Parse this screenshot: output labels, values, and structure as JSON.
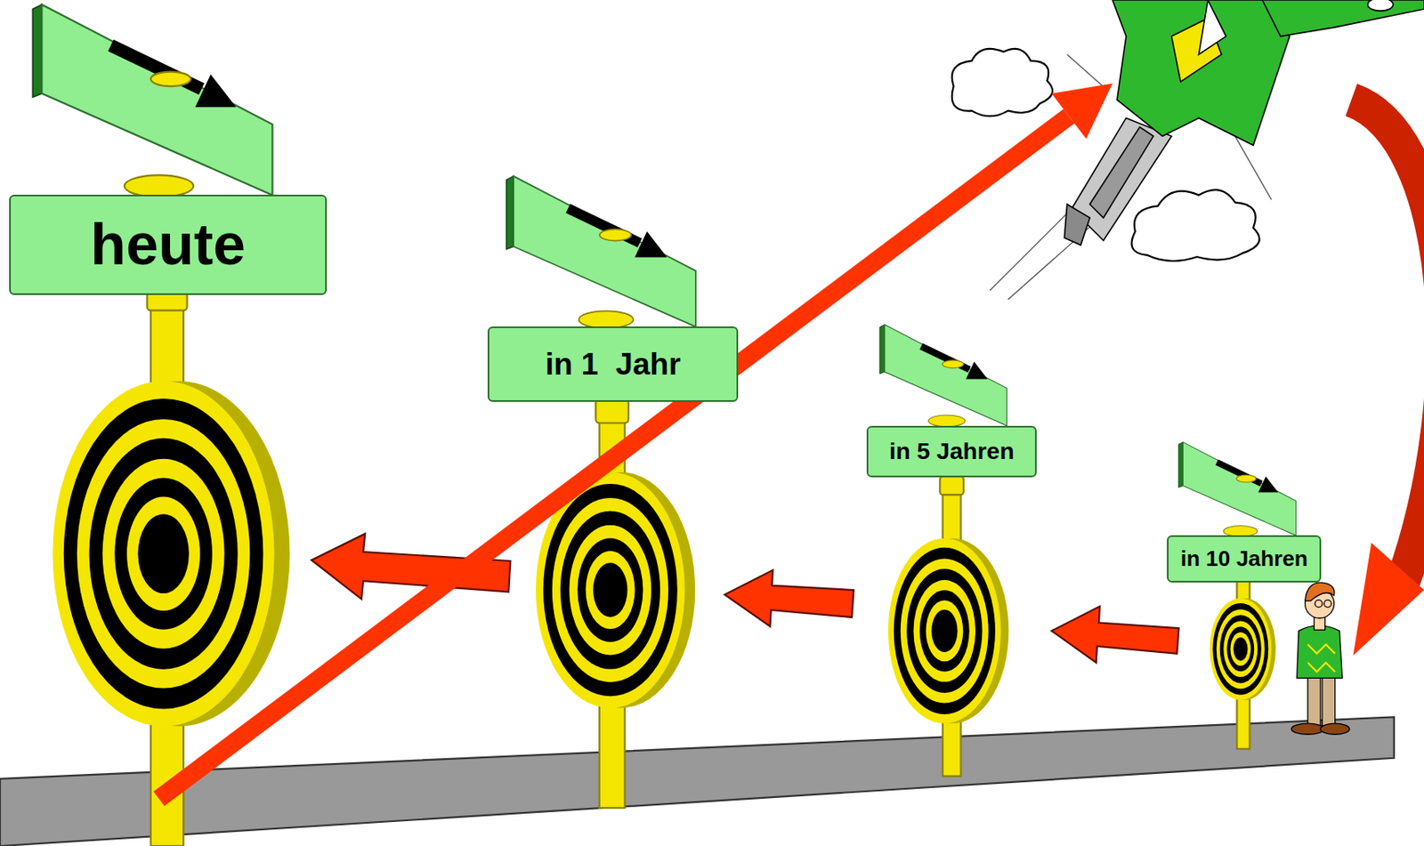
{
  "diagram": {
    "nodes": [
      {
        "text": [
          "heute"
        ]
      },
      {
        "text": [
          "in 1  Jahr"
        ]
      },
      {
        "text": [
          "in 5 Jahren"
        ]
      },
      {
        "text": [
          "in 10 Jahren"
        ]
      }
    ]
  }
}
